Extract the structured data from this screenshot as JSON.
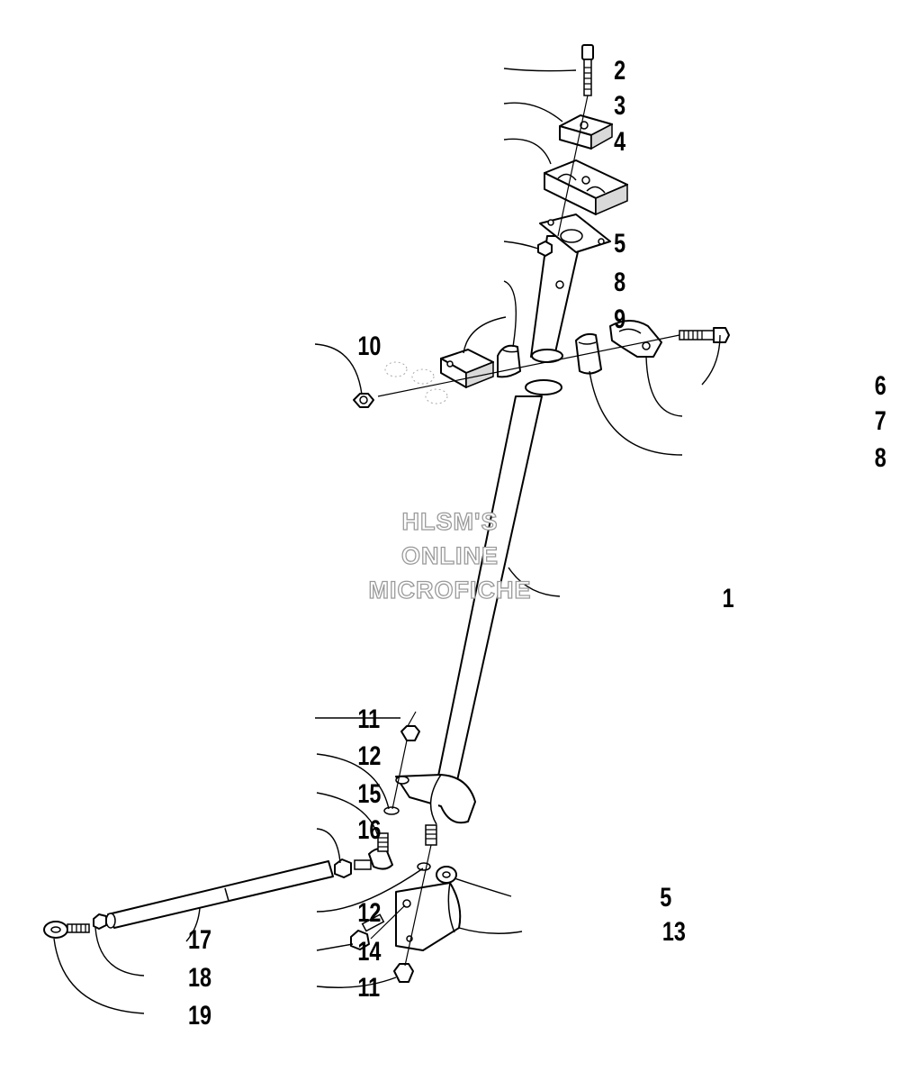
{
  "diagram": {
    "type": "exploded-parts-diagram",
    "callouts": {
      "c1": "1",
      "c2": "2",
      "c3": "3",
      "c4": "4",
      "c5a": "5",
      "c5b": "5",
      "c6": "6",
      "c7": "7",
      "c8a": "8",
      "c8b": "8",
      "c9": "9",
      "c10": "10",
      "c11a": "11",
      "c11b": "11",
      "c12a": "12",
      "c12b": "12",
      "c13": "13",
      "c14": "14",
      "c15": "15",
      "c16": "16",
      "c17": "17",
      "c18": "18",
      "c19": "19"
    }
  },
  "watermark": {
    "line1": "HLSM'S",
    "line2": "ONLINE",
    "line3": "MICROFICHE"
  },
  "colors": {
    "ink": "#000000",
    "background": "#ffffff",
    "watermark_outline": "#9a9a9a"
  }
}
